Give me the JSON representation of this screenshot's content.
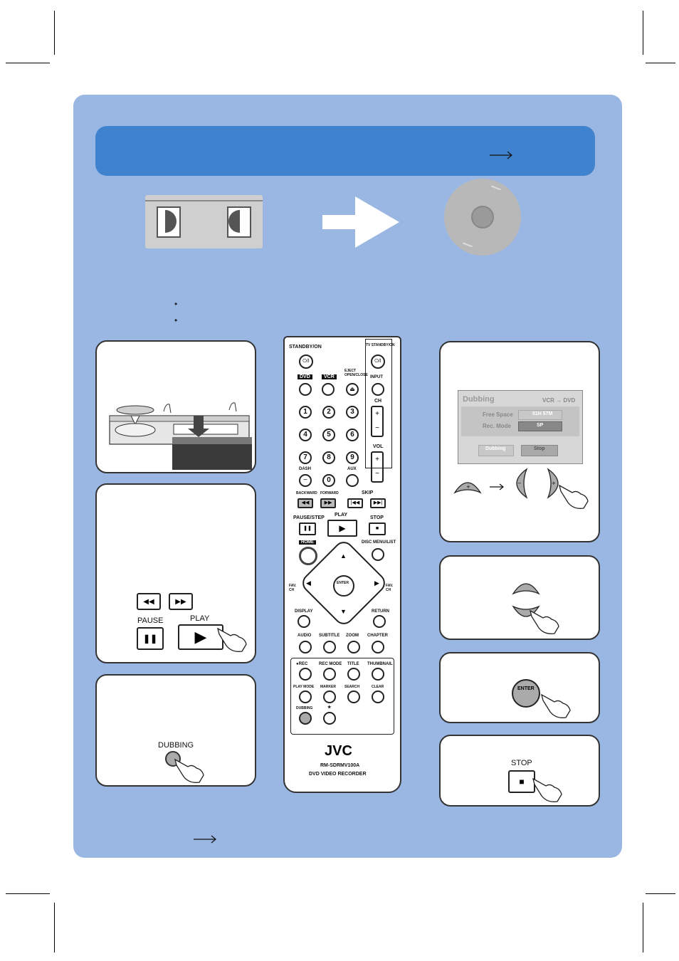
{
  "colors": {
    "panel": "#9ab7e3",
    "banner": "#3f83cf",
    "disc": "#b8b8b8",
    "tape": "#cfcfcf"
  },
  "remote": {
    "standby": "STANDBY/ON",
    "tv_standby": "TV STANDBY/ON",
    "power_glyph": "⏻/I",
    "dvd": "DVD",
    "vcr": "VCR",
    "eject": "EJECT OPEN/CLOSE",
    "input": "INPUT",
    "ch": "CH",
    "vol": "VOL",
    "nums": [
      "1",
      "2",
      "3",
      "4",
      "5",
      "6",
      "7",
      "8",
      "9",
      "0"
    ],
    "dash": "DASH",
    "aux": "AUX",
    "backward": "BACKWARD",
    "forward": "FORWARD",
    "skip": "SKIP",
    "pause_step": "PAUSE/STEP",
    "play": "PLAY",
    "stop": "STOP",
    "home": "HOME",
    "disc_menu": "DISC MENU/LIST",
    "fav_ch": "FAV. CH",
    "enter": "ENTER",
    "display": "DISPLAY",
    "return": "RETURN",
    "audio": "AUDIO",
    "subtitle": "SUBTITLE",
    "zoom": "ZOOM",
    "chapter": "CHAPTER",
    "rec": "●REC",
    "rec_mode": "REC MODE",
    "title": "TITLE",
    "thumbnail": "THUMBNAIL",
    "play_mode": "PLAY MODE",
    "marker": "MARKER",
    "search": "SEARCH",
    "clear": "CLEAR",
    "dubbing": "DUBBING",
    "star": "★",
    "brand": "JVC",
    "model": "RM-SDRMV100A",
    "product": "DVD VIDEO RECORDER"
  },
  "step_cards": {
    "pause": "PAUSE",
    "play": "PLAY",
    "dubbing": "DUBBING",
    "stop": "STOP",
    "enter": "ENTER"
  },
  "osd": {
    "title": "Dubbing",
    "route": "VCR → DVD",
    "free_space_label": "Free Space",
    "free_space_value": "01H 57M",
    "rec_mode_label": "Rec. Mode",
    "rec_mode_value": "SP",
    "btn_dubbing": "Dubbing",
    "btn_stop": "Stop"
  }
}
